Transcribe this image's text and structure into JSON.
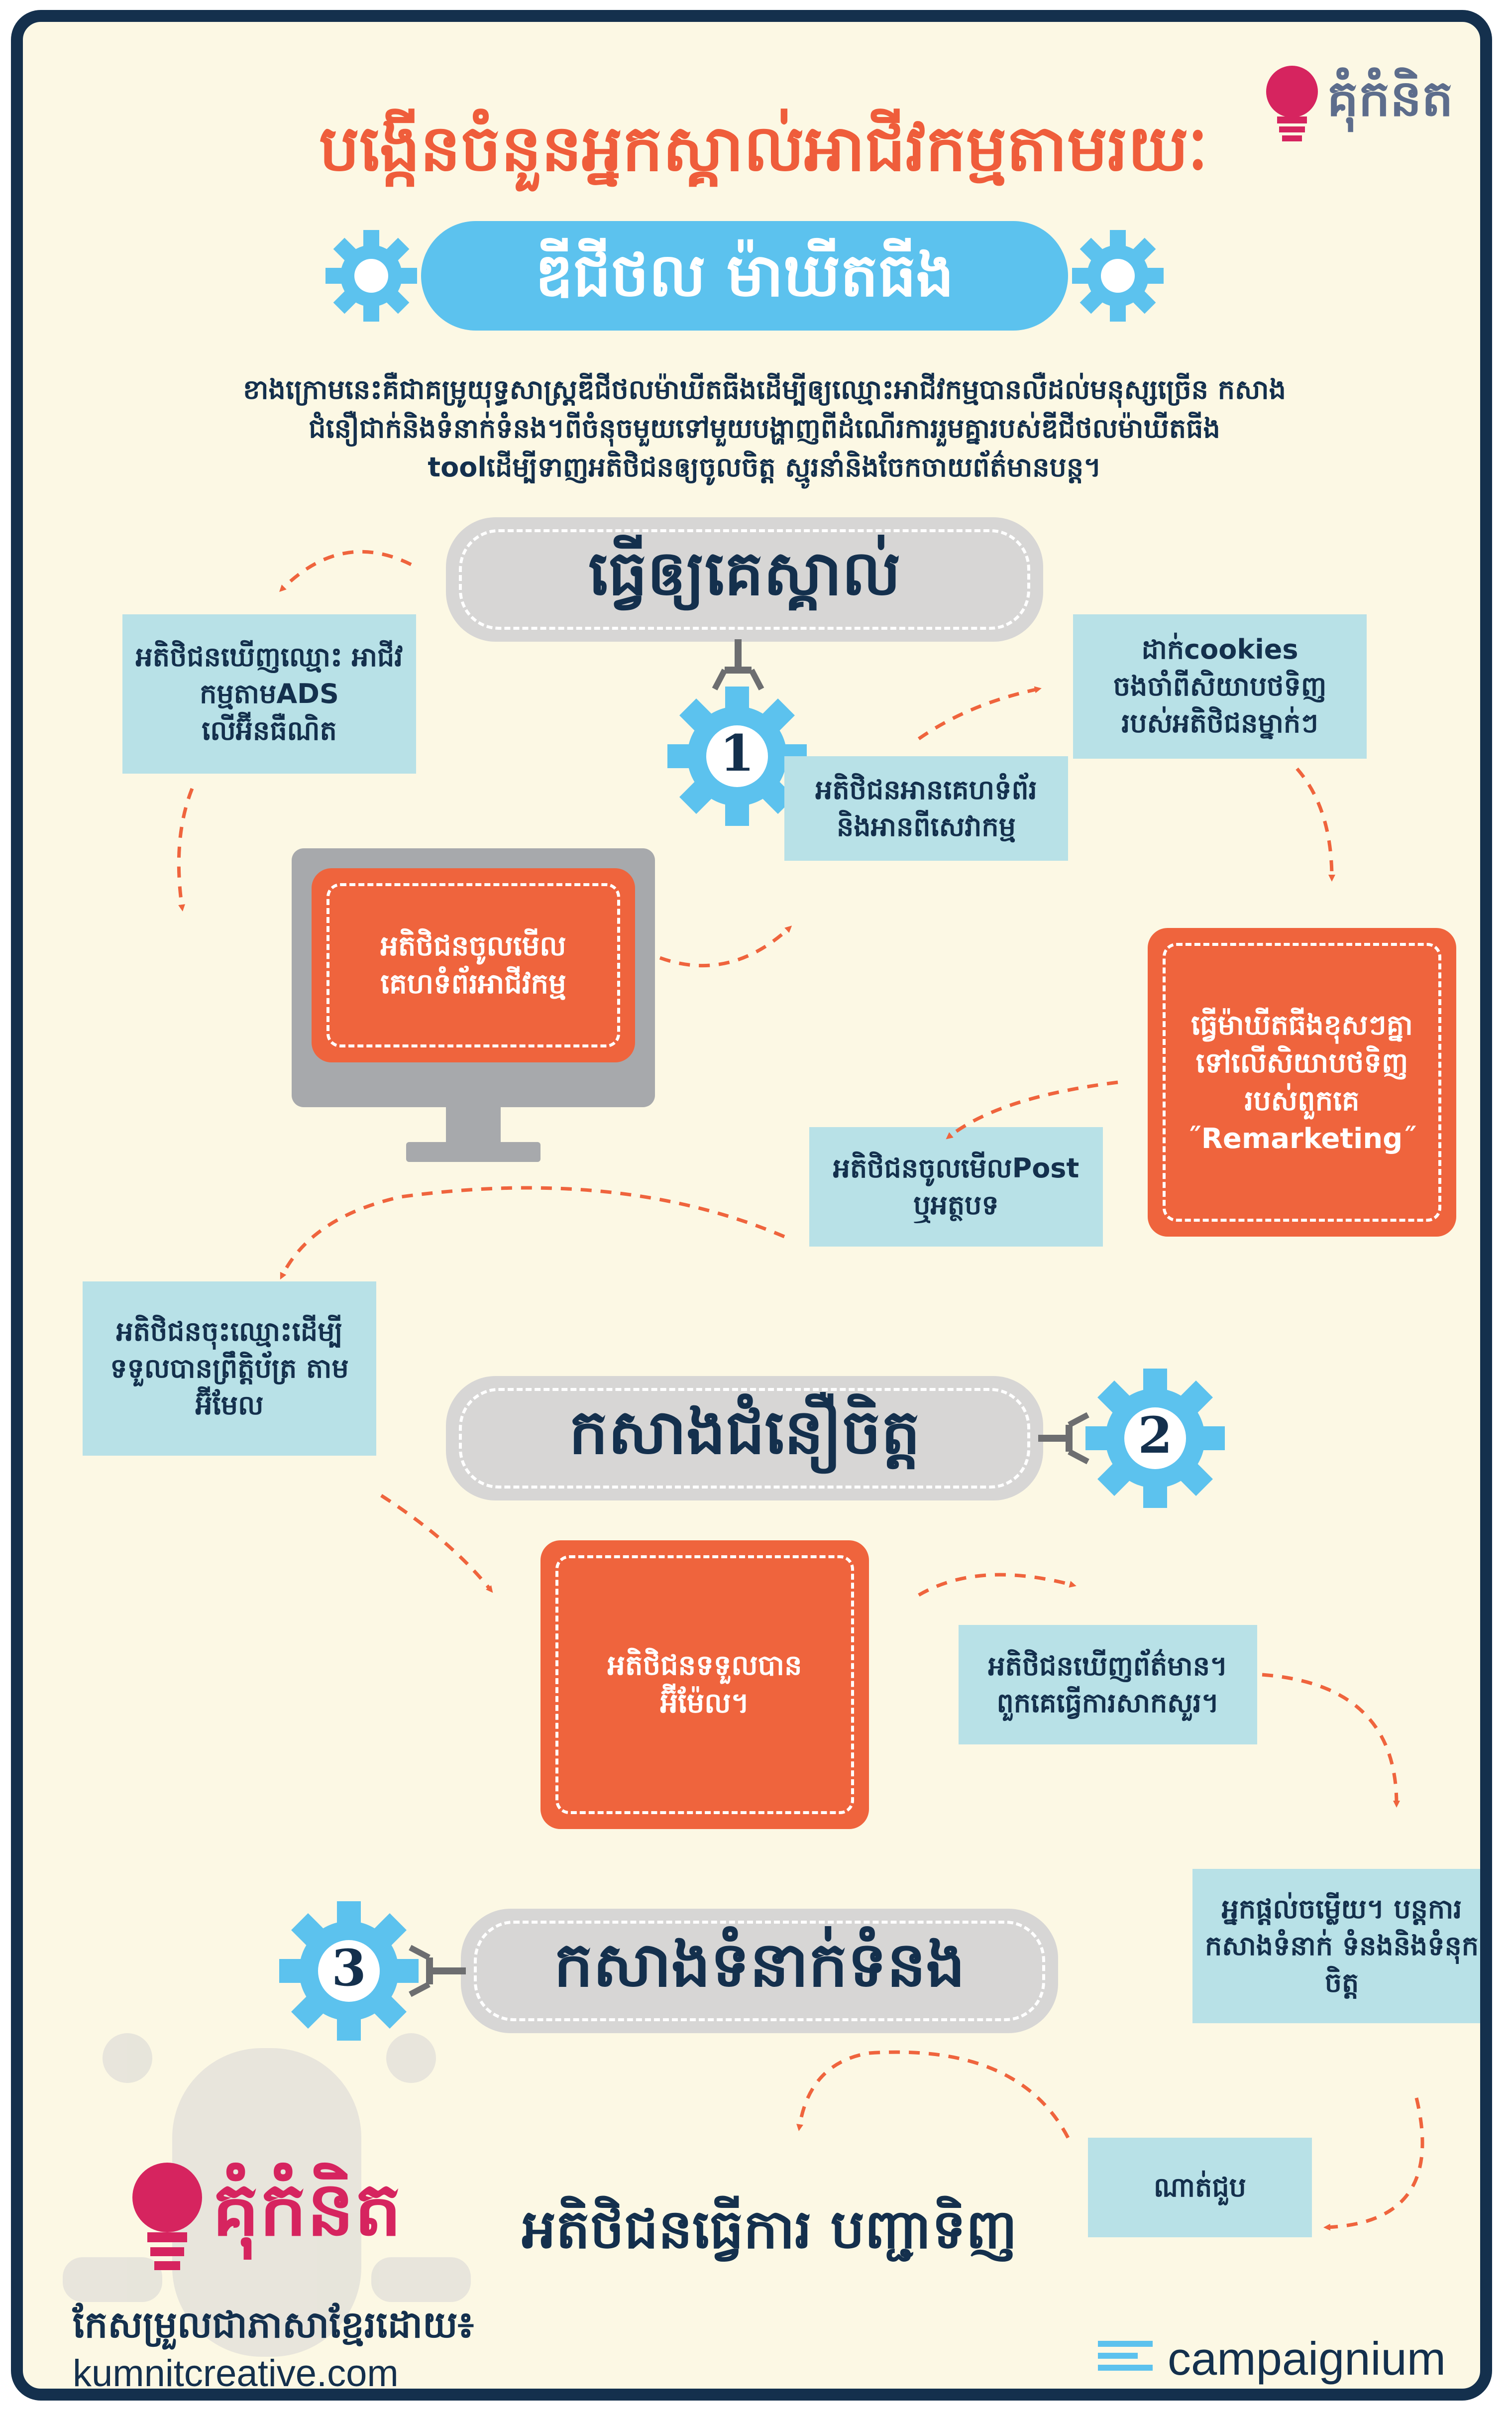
{
  "colors": {
    "navy": "#14304d",
    "orange": "#ef643d",
    "light_blue": "#b8e1e7",
    "sky": "#5cc2ee",
    "grey": "#d7d6d5",
    "cream": "#fcf8e4",
    "brand_pink": "#d6245f"
  },
  "header": {
    "logo_text": "គុំកំនិត",
    "title": "បង្កើនចំនួនអ្នកស្គាល់អាជីវកម្មតាមរយៈ",
    "banner": "ឌីជីថល ម៉ាឃីតធីង",
    "intro": "ខាងក្រោមនេះគឺជាគម្រូយុទ្ធសាស្ត្រឌីជីថលម៉ាឃីតធីងដើម្បីឲ្យឈ្មោះអាជីវកម្មបានលឺដល់មនុស្សច្រើន កសាងជំនឿជាក់និងទំនាក់ទំនង។ពីចំនុចមួយទៅមួយបង្ហាញពីដំណើរការរួមគ្នារបស់ឌីជីថលម៉ាឃីតធីង toolដើម្បីទាញអតិថិជនឲ្យចូលចិត្ត ស្មូរនាំនិងចែកចាយព័ត៌មានបន្ត។"
  },
  "stages": [
    {
      "number": "1",
      "label": "ធ្វើឲ្យគេស្គាល់"
    },
    {
      "number": "2",
      "label": "កសាងជំនឿចិត្ត"
    },
    {
      "number": "3",
      "label": "កសាងទំនាក់ទំនង"
    }
  ],
  "steps": {
    "see_ads": "អតិថិជនឃើញឈ្មោះ អាជីវកម្មតាមADS លើអ៊ីនធឺណិត",
    "view_site": "អតិថិជនចូលមើល គេហទំព័រអាជីវកម្ម",
    "read_site": "អតិថិជនអានគេហទំព័រ និងអានពីសេវាកម្ម",
    "cookies": "ដាក់cookies ចងចាំពីសិយាបថទិញ របស់អតិថិជនម្នាក់ៗ",
    "remarketing": "ធ្វើម៉ាឃីតធីងខុសៗគ្នា ទៅលើសិយាបថទិញ របស់ពួកគេ ˝Remarketing˝",
    "view_post": "អតិថិជនចូលមើលPost ឬអត្ថបទ",
    "subscribe": "អតិថិជនចុះឈ្មោះដើម្បី ទទួលបានព្រឹត្តិប័ត្រ តាមអ៊ីមែល",
    "receive_email": "អតិថិជនទទួលបាន អ៊ីម៉ែល។",
    "see_news": "អតិថិជនឃើញព័ត៌មាន។ ពួកគេធ្វើការសាកសួរ។",
    "respond": "អ្នកផ្តល់ចម្លើយ។ បន្តការកសាងទំនាក់ ទំនងនិងទំនុកចិត្ត",
    "meet": "ណាត់ជួប"
  },
  "final": "អតិថិជនធ្វើការ បញ្ជាទិញ",
  "footer": {
    "logo_text": "គុំកំនិត",
    "credit": "កែសម្រួលជាភាសាខ្មែរដោយ៖",
    "url": "kumnitcreative.com",
    "partner": "campaignium"
  }
}
